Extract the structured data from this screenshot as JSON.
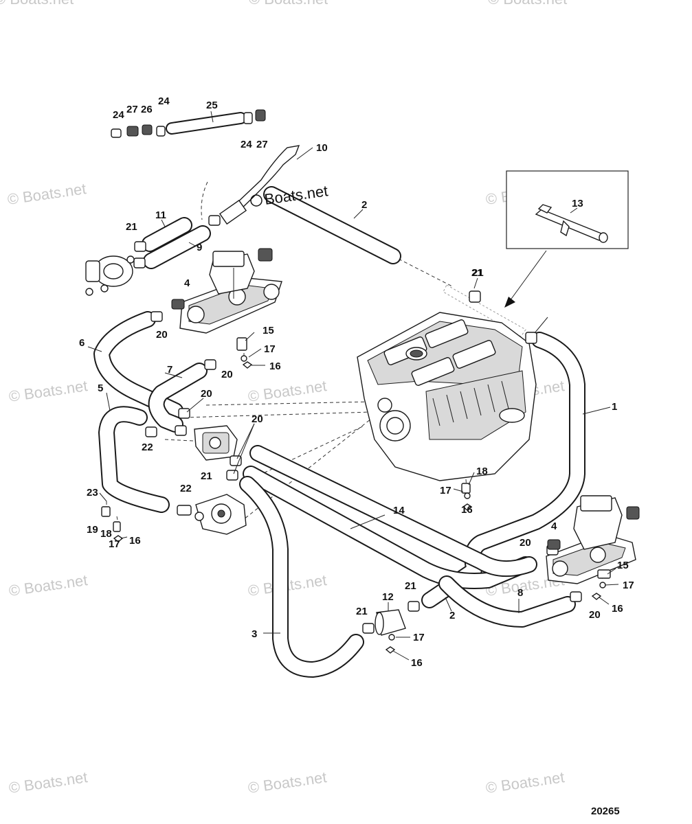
{
  "figure_number": "20265",
  "brand_label": "Boats.net",
  "watermark_text": "© Boats.net",
  "callouts": [
    "24",
    "27",
    "26",
    "24",
    "25",
    "24",
    "27",
    "10",
    "2",
    "13",
    "11",
    "21",
    "9",
    "4",
    "21",
    "20",
    "6",
    "15",
    "17",
    "16",
    "7",
    "20",
    "5",
    "20",
    "20",
    "22",
    "21",
    "22",
    "23",
    "19",
    "18",
    "17",
    "16",
    "21",
    "18",
    "17",
    "16",
    "1",
    "14",
    "4",
    "20",
    "15",
    "17",
    "16",
    "12",
    "21",
    "21",
    "2",
    "8",
    "20",
    "3",
    "17",
    "16"
  ]
}
